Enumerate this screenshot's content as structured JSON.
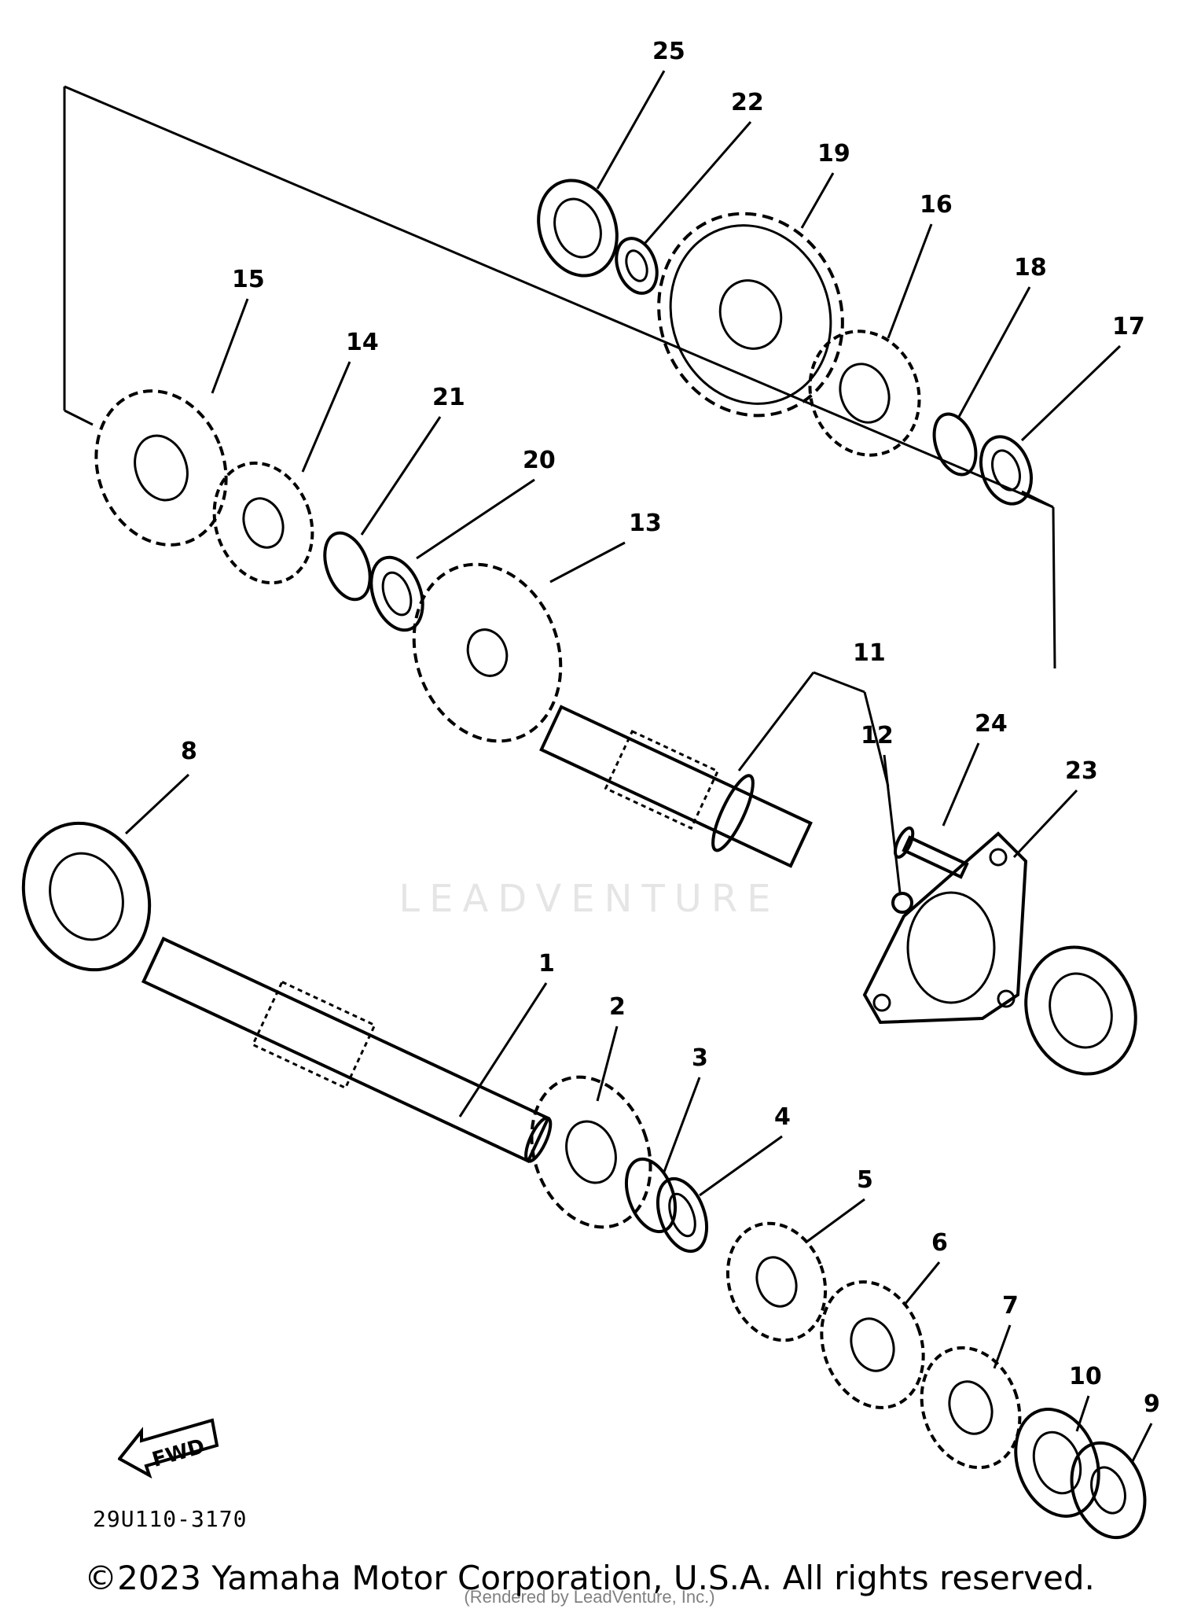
{
  "diagram": {
    "part_callouts": [
      "1",
      "2",
      "3",
      "4",
      "5",
      "6",
      "7",
      "8",
      "9",
      "10",
      "11",
      "12",
      "13",
      "14",
      "15",
      "16",
      "17",
      "18",
      "19",
      "20",
      "21",
      "22",
      "23",
      "24",
      "25"
    ],
    "direction_label": "FWD",
    "drawing_code": "29U110-3170"
  },
  "watermark": "LEADVENTURE",
  "footer": {
    "copyright": "©2023 Yamaha Motor Corporation, U.S.A. All rights reserved.",
    "rendered_by": "(Rendered by LeadVenture, Inc.)"
  }
}
